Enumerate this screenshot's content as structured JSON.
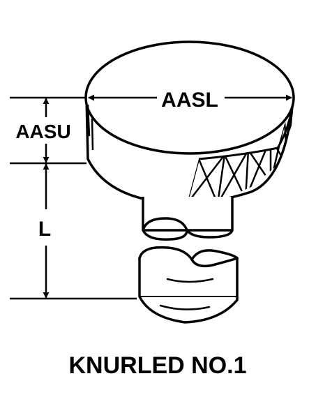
{
  "diagram": {
    "caption": "KNURLED NO.1",
    "dimensions": {
      "diameter_label": "AASL",
      "head_height_label": "AASU",
      "length_label": "L"
    }
  }
}
